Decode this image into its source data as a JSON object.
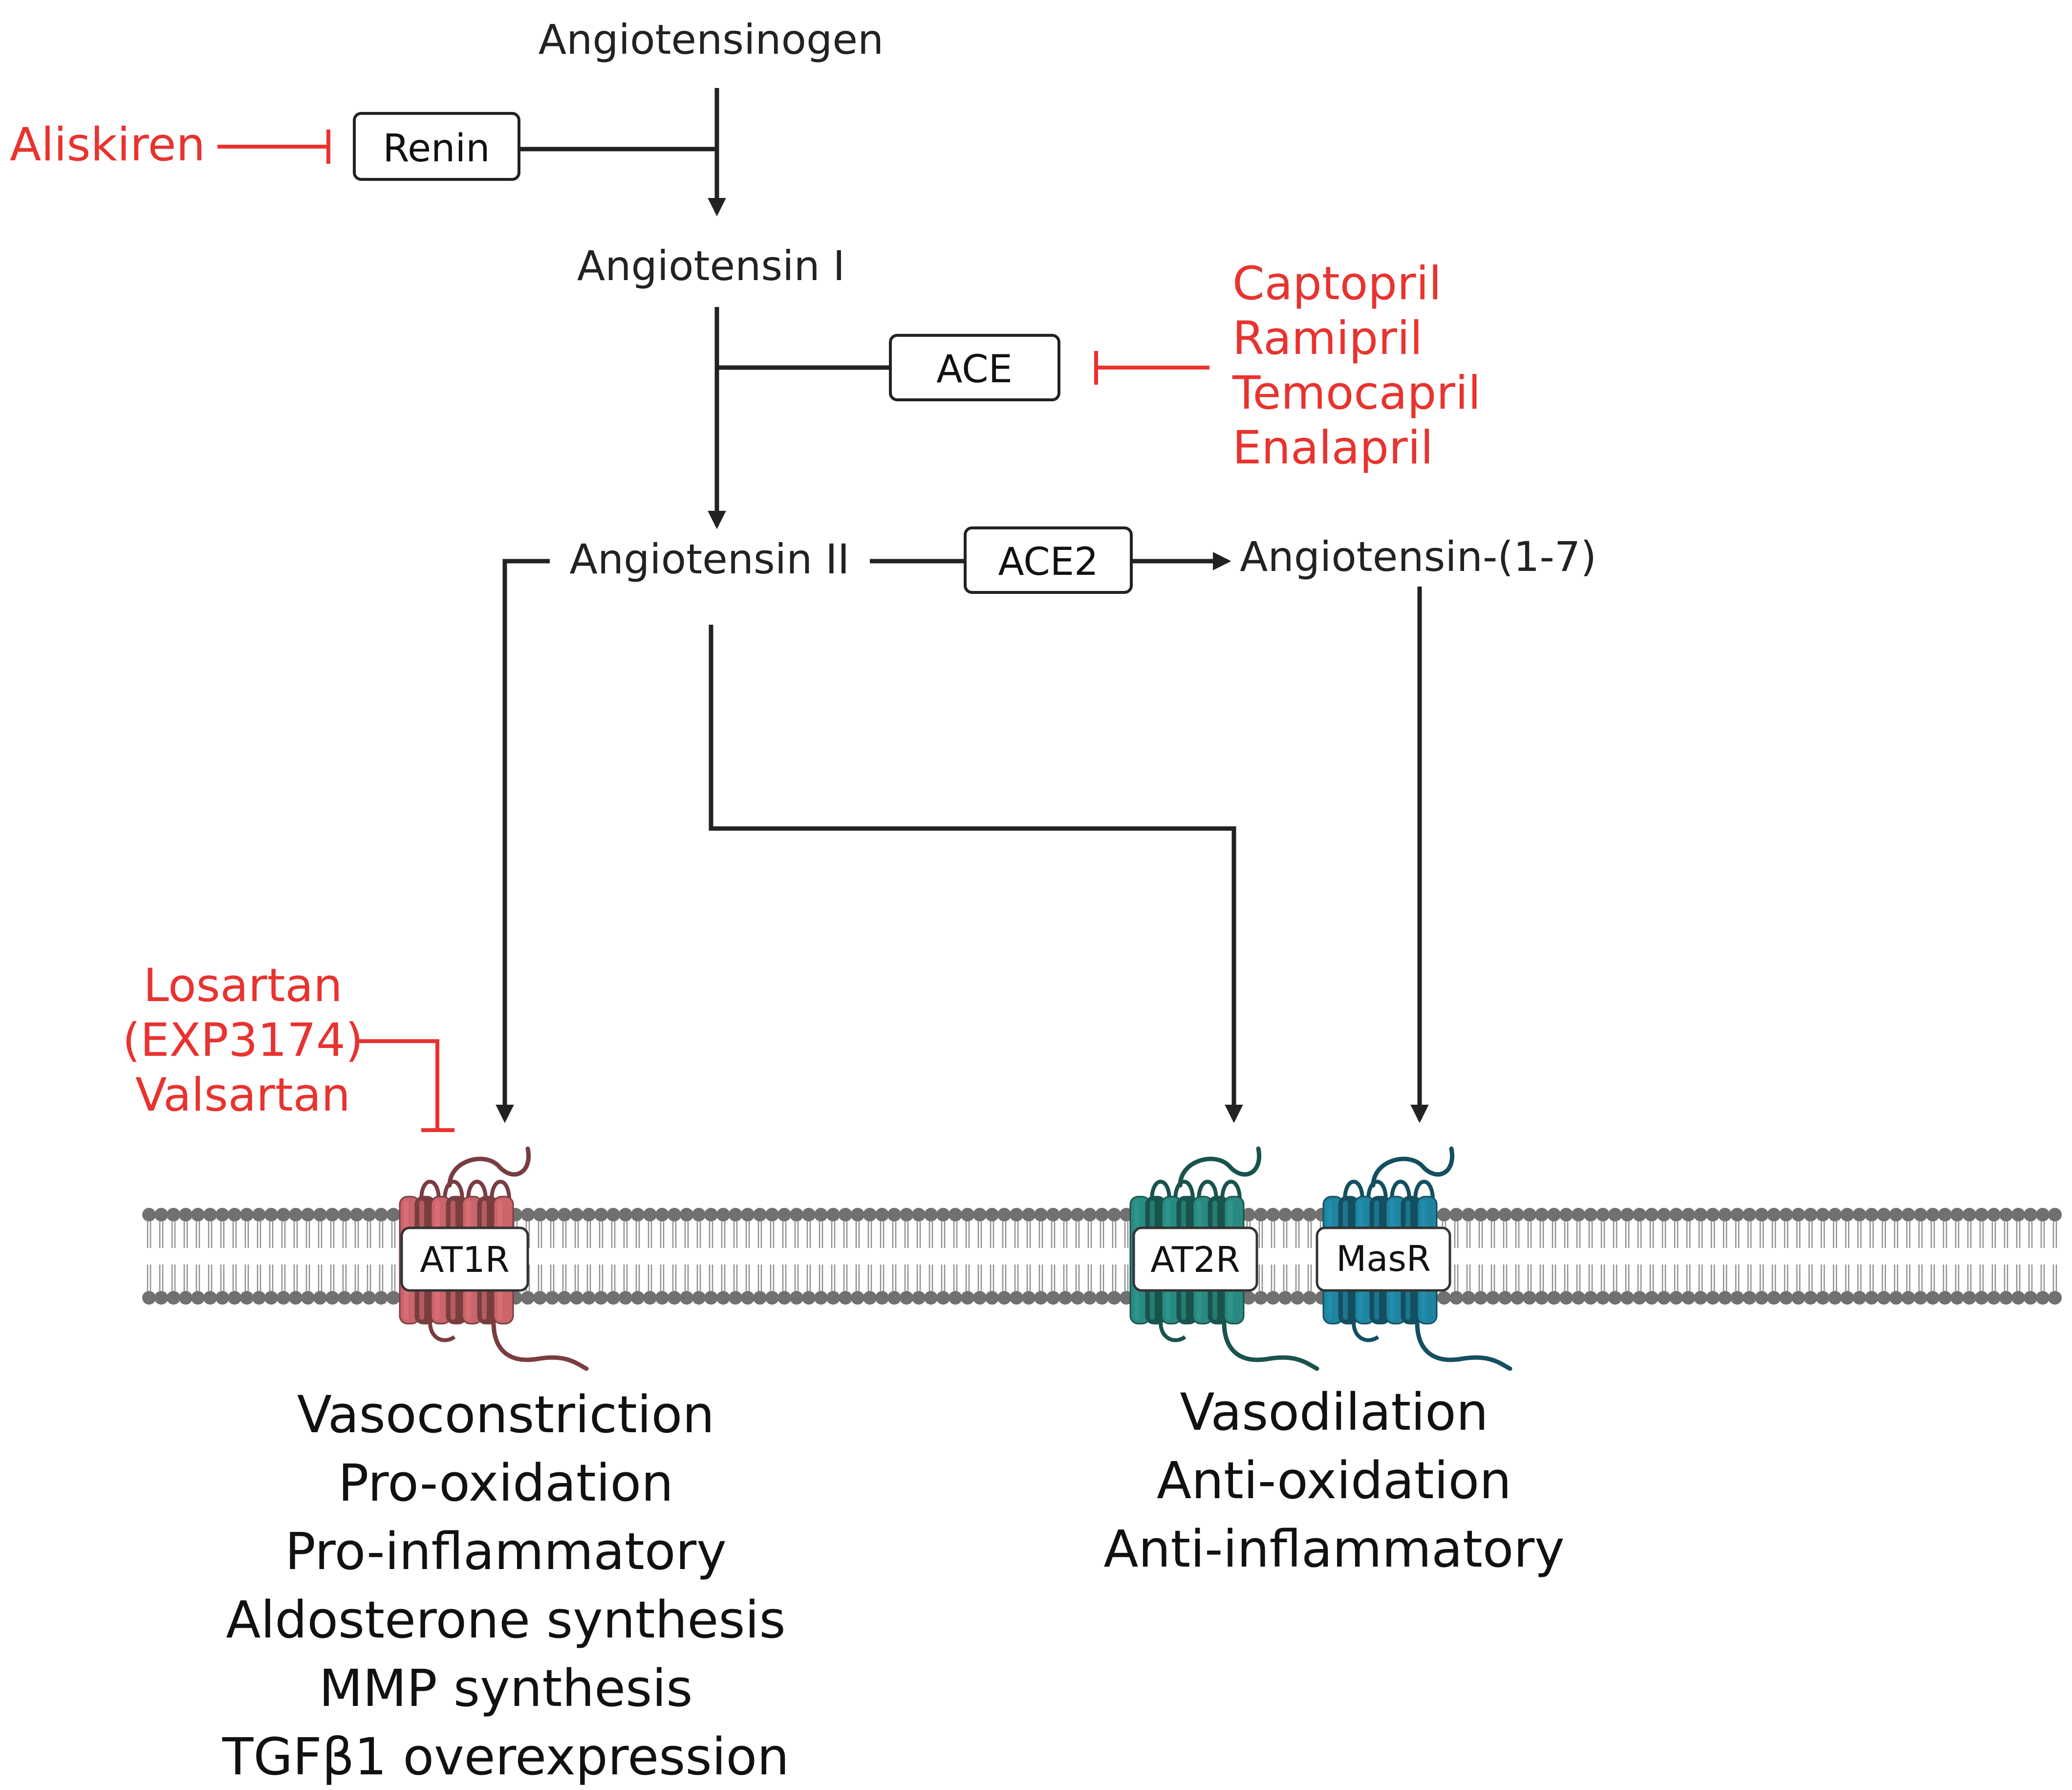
{
  "colors": {
    "drug": "#e8332f",
    "line": "#222222",
    "at1r": "#c9656b",
    "at2r": "#2a8a80",
    "masr": "#1f84a0",
    "lipid": "#707070"
  },
  "molecules": {
    "angiotensinogen": "Angiotensinogen",
    "angiotensin_i": "Angiotensin I",
    "angiotensin_ii": "Angiotensin II",
    "angiotensin_1_7": "Angiotensin-(1-7)"
  },
  "enzymes": {
    "renin": "Renin",
    "ace": "ACE",
    "ace2": "ACE2"
  },
  "drugs": {
    "renin_inhibitor": "Aliskiren",
    "ace_inhibitors": [
      "Captopril",
      "Ramipril",
      "Temocapril",
      "Enalapril"
    ],
    "at1r_blockers": [
      "Losartan",
      "(EXP3174)",
      "Valsartan"
    ]
  },
  "receptors": {
    "at1r": "AT1R",
    "at2r": "AT2R",
    "masr": "MasR"
  },
  "effects": {
    "at1r": [
      "Vasoconstriction",
      "Pro-oxidation",
      "Pro-inflammatory",
      "Aldosterone synthesis",
      "MMP synthesis",
      "TGFβ1 overexpression"
    ],
    "protective": [
      "Vasodilation",
      "Anti-oxidation",
      "Anti-inflammatory"
    ]
  }
}
